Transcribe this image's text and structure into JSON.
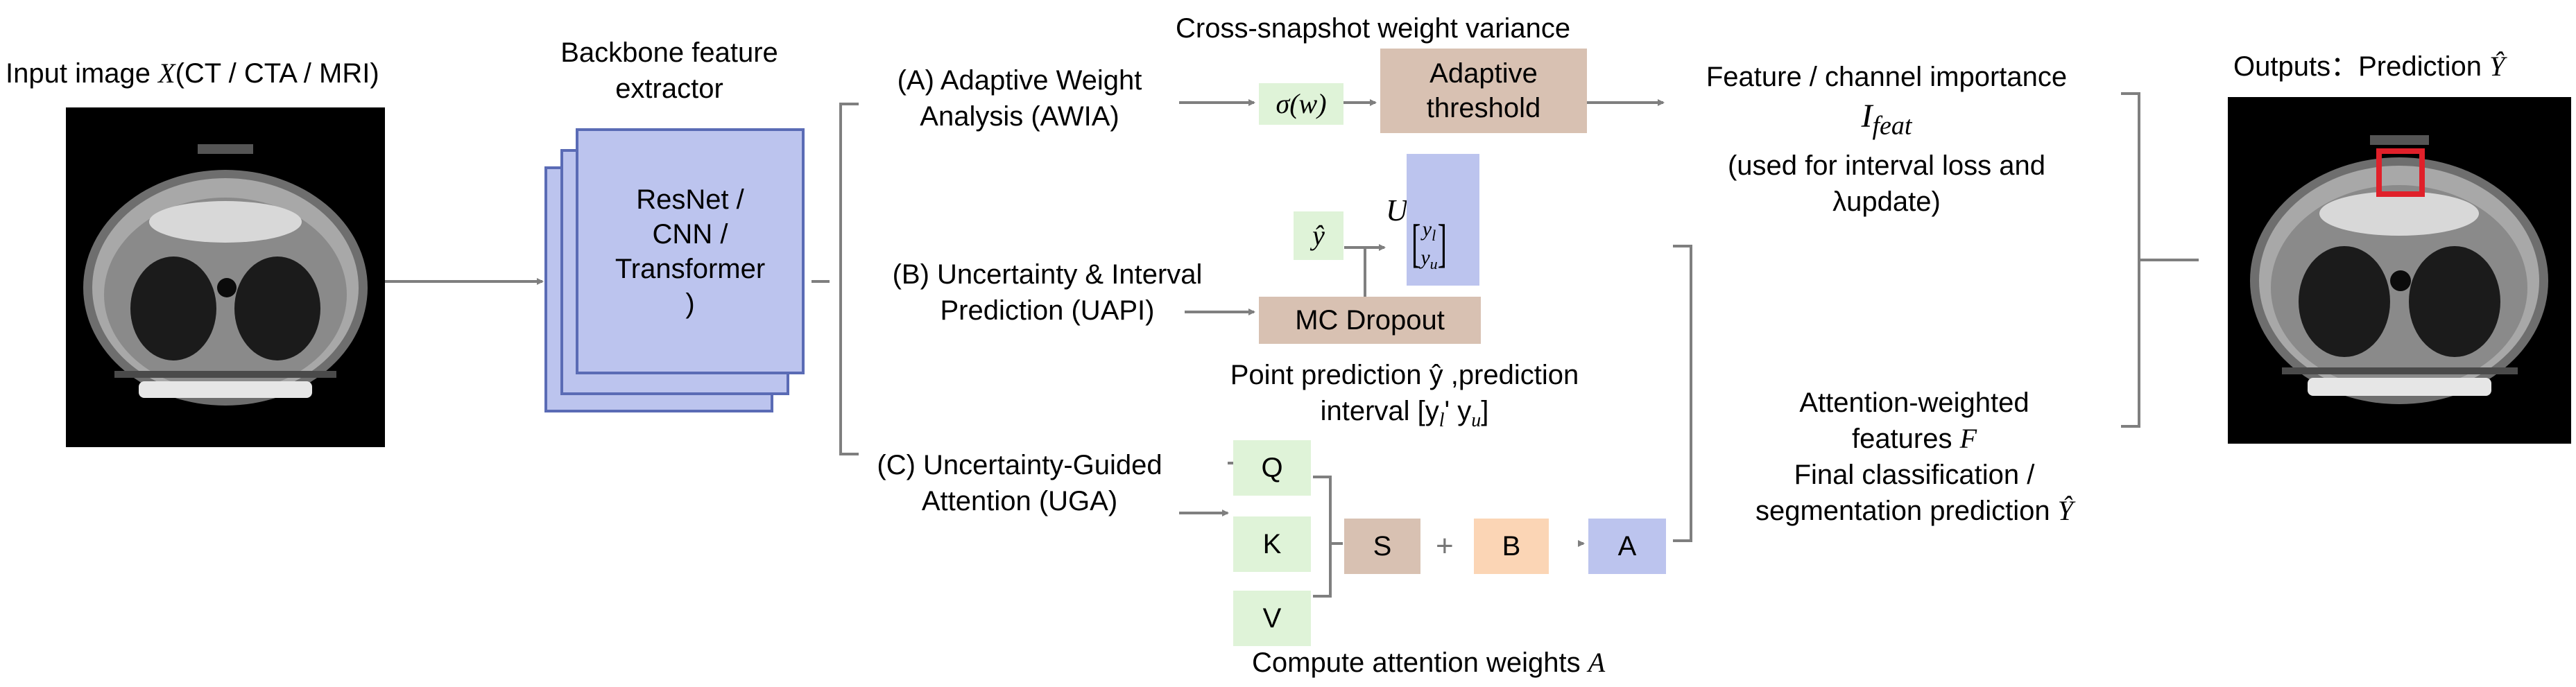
{
  "input": {
    "label_prefix": "Input image ",
    "label_var": "X",
    "label_suffix": "(CT / CTA / MRI)"
  },
  "backbone": {
    "title_line1": "Backbone feature",
    "title_line2": "extractor",
    "box_line1": "ResNet /",
    "box_line2": "CNN /",
    "box_line3": "Transformer",
    "box_line4": ")"
  },
  "branch_a": {
    "label_line1": "(A) Adaptive Weight",
    "label_line2": "Analysis (AWIA)",
    "top_label": "Cross-snapshot weight variance",
    "sigma_box": "σ(w)",
    "threshold_line1": "Adaptive",
    "threshold_line2": "threshold",
    "importance_line1": "Feature / channel importance",
    "importance_symbol": "I",
    "importance_sub": "feat",
    "importance_line3": "(used for interval loss and",
    "importance_line4": "λupdate)"
  },
  "branch_b": {
    "label_line1": "(B) Uncertainty & Interval",
    "label_line2": "Prediction (UAPI)",
    "yhat_box": "ŷ",
    "u_label": "U",
    "interval_top": "y",
    "interval_top_sub": "l",
    "interval_bottom": "y",
    "interval_bottom_sub": "u",
    "mc_box": "MC Dropout",
    "caption_line1": "Point prediction ŷ ,prediction",
    "caption_line2": "interval [y",
    "caption_line2_sub_l": "l",
    "caption_line2_mid": "' y",
    "caption_line2_sub_u": "u",
    "caption_line2_end": "]"
  },
  "branch_c": {
    "label_line1": "(C) Uncertainty-Guided",
    "label_line2": "Attention (UGA)",
    "q": "Q",
    "k": "K",
    "v": "V",
    "s": "S",
    "plus": "+",
    "b": "B",
    "a": "A",
    "caption": "Compute attention weights ",
    "caption_var": "A"
  },
  "fusion": {
    "line1": "Attention-weighted",
    "line2_prefix": "features ",
    "line2_var": "F",
    "line3": "Final classification /",
    "line4_prefix": "segmentation prediction ",
    "line4_var": "Ŷ"
  },
  "output": {
    "label_prefix": "Outputs：",
    "label_main": "Prediction ",
    "label_var": "Ŷ"
  },
  "colors": {
    "green": "#dff3d8",
    "tan": "#d8c1b2",
    "blue": "#bcc4ee",
    "peach": "#fbd5b5",
    "arrow": "#7f7f7f",
    "backbone_border": "#5a6bb5",
    "highlight": "#e0202a"
  }
}
